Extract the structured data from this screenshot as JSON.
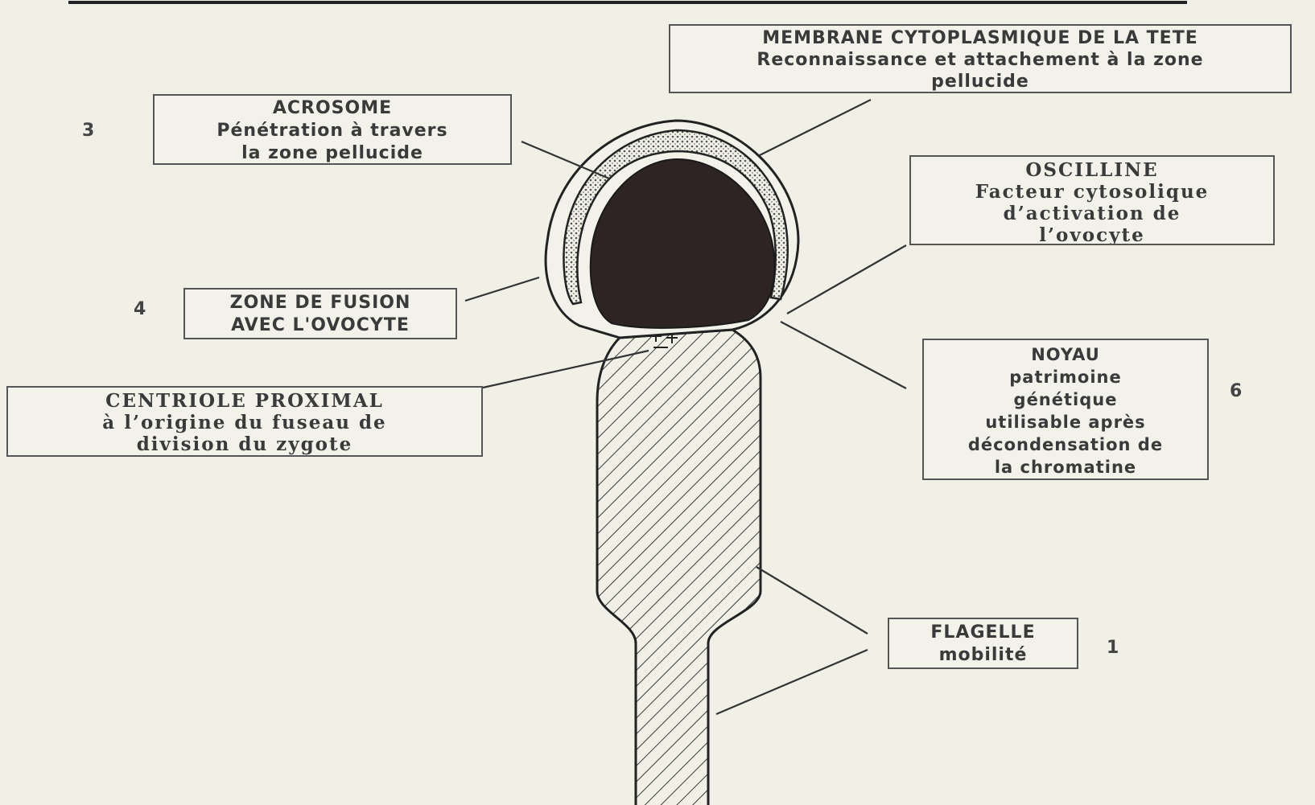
{
  "labels": {
    "membrane": {
      "title": "MEMBRANE CYTOPLASMIQUE DE LA TETE",
      "line1": "Reconnaissance et attachement à la zone",
      "line2": "pellucide"
    },
    "acrosome": {
      "title": "ACROSOME",
      "line1": "Pénétration à travers",
      "line2": "la zone pellucide"
    },
    "oscilline": {
      "title": "OSCILLINE",
      "line1": "Facteur cytosolique",
      "line2": "d’activation de",
      "line3": "l’ovocyte"
    },
    "zone_fusion": {
      "line1": "ZONE DE FUSION",
      "line2": "AVEC L'OVOCYTE"
    },
    "centriole": {
      "title": "CENTRIOLE PROXIMAL",
      "line1": "à l’origine du fuseau de",
      "line2": "division du zygote"
    },
    "noyau": {
      "title": "NOYAU",
      "line1": "patrimoine",
      "line2": "génétique",
      "line3": "utilisable après",
      "line4": "décondensation de",
      "line5": "la chromatine"
    },
    "flagelle": {
      "title": "FLAGELLE",
      "line1": "mobilité"
    }
  },
  "numbers": {
    "acrosome": "3",
    "zone_fusion": "4",
    "noyau": "6",
    "flagelle": "1"
  },
  "colors": {
    "background": "#f1f0e6",
    "ink": "#2f2f2f",
    "nucleus": "#2e2424"
  }
}
